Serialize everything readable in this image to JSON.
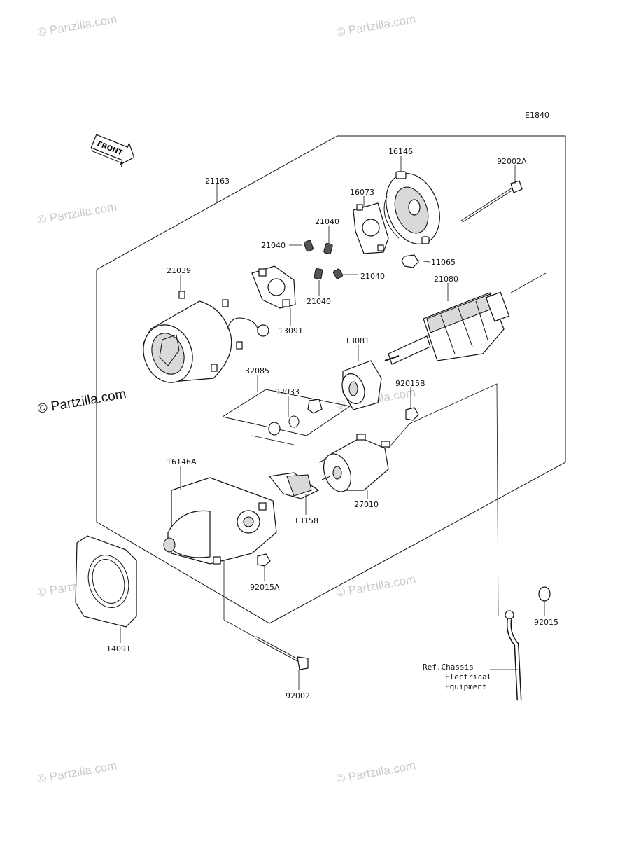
{
  "diagram_code": "E1840",
  "front_label": "FRONT",
  "watermarks": {
    "small": "© Partzilla.com",
    "large": "© Partzilla.com"
  },
  "callouts": {
    "p21163": "21163",
    "p16146": "16146",
    "p92002A": "92002A",
    "p16073": "16073",
    "p21040_a": "21040",
    "p21040_b": "21040",
    "p21040_c": "21040",
    "p21040_d": "21040",
    "p11065": "11065",
    "p21039": "21039",
    "p13091": "13091",
    "p21080": "21080",
    "p13081": "13081",
    "p32085": "32085",
    "p92033": "92033",
    "p92015B": "92015B",
    "p16146A": "16146A",
    "p27010": "27010",
    "p13158": "13158",
    "p92015A": "92015A",
    "p14091": "14091",
    "p92015": "92015",
    "p92002": "92002"
  },
  "ref_note": {
    "line1": "Ref.Chassis",
    "line2": "Electrical",
    "line3": "Equipment"
  }
}
